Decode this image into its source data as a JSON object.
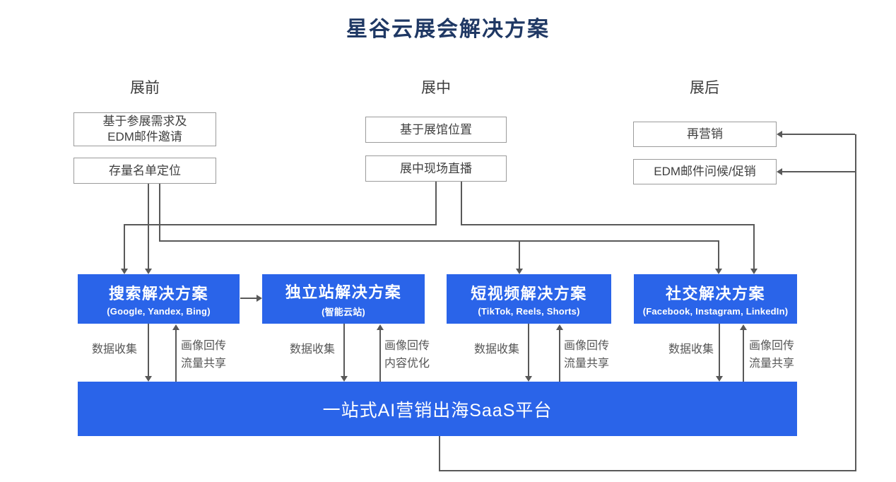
{
  "title": "星谷云展会解决方案",
  "colors": {
    "accent_blue": "#2a64e9",
    "title_navy": "#1f3864",
    "line_gray": "#595959"
  },
  "columns": {
    "pre": {
      "header": "展前",
      "box1_line1": "基于参展需求及",
      "box1_line2": "EDM邮件邀请",
      "box2": "存量名单定位"
    },
    "mid": {
      "header": "展中",
      "box1": "基于展馆位置",
      "box2": "展中现场直播"
    },
    "post": {
      "header": "展后",
      "box1": "再营销",
      "box2": "EDM邮件问候/促销"
    }
  },
  "solutions": [
    {
      "title": "搜索解决方案",
      "subtitle": "(Google, Yandex, Bing)"
    },
    {
      "title": "独立站解决方案",
      "subtitle": "(智能云站)"
    },
    {
      "title": "短视频解决方案",
      "subtitle": "(TikTok, Reels, Shorts)"
    },
    {
      "title": "社交解决方案",
      "subtitle": "(Facebook, Instagram, LinkedIn)"
    }
  ],
  "flows": [
    {
      "down": "数据收集",
      "up1": "画像回传",
      "up2": "流量共享"
    },
    {
      "down": "数据收集",
      "up1": "画像回传",
      "up2": "内容优化"
    },
    {
      "down": "数据收集",
      "up1": "画像回传",
      "up2": "流量共享"
    },
    {
      "down": "数据收集",
      "up1": "画像回传",
      "up2": "流量共享"
    }
  ],
  "platform": {
    "label": "一站式AI营销出海SaaS平台"
  }
}
